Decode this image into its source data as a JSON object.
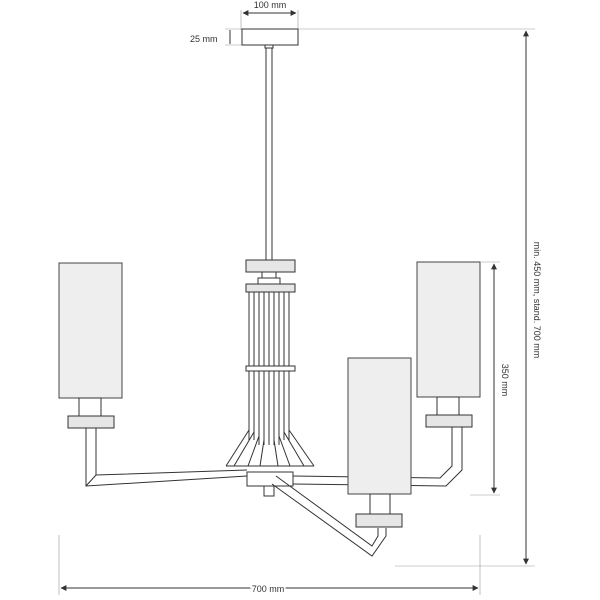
{
  "dimensions": {
    "canopy_width": "100 mm",
    "canopy_height": "25 mm",
    "shade_height": "350 mm",
    "total_height": "min. 450 mm, stand. 700 mm",
    "total_width": "700 mm"
  },
  "colors": {
    "line": "#333333",
    "shade_fill": "#eeeeee",
    "dimension_line": "#999999"
  }
}
